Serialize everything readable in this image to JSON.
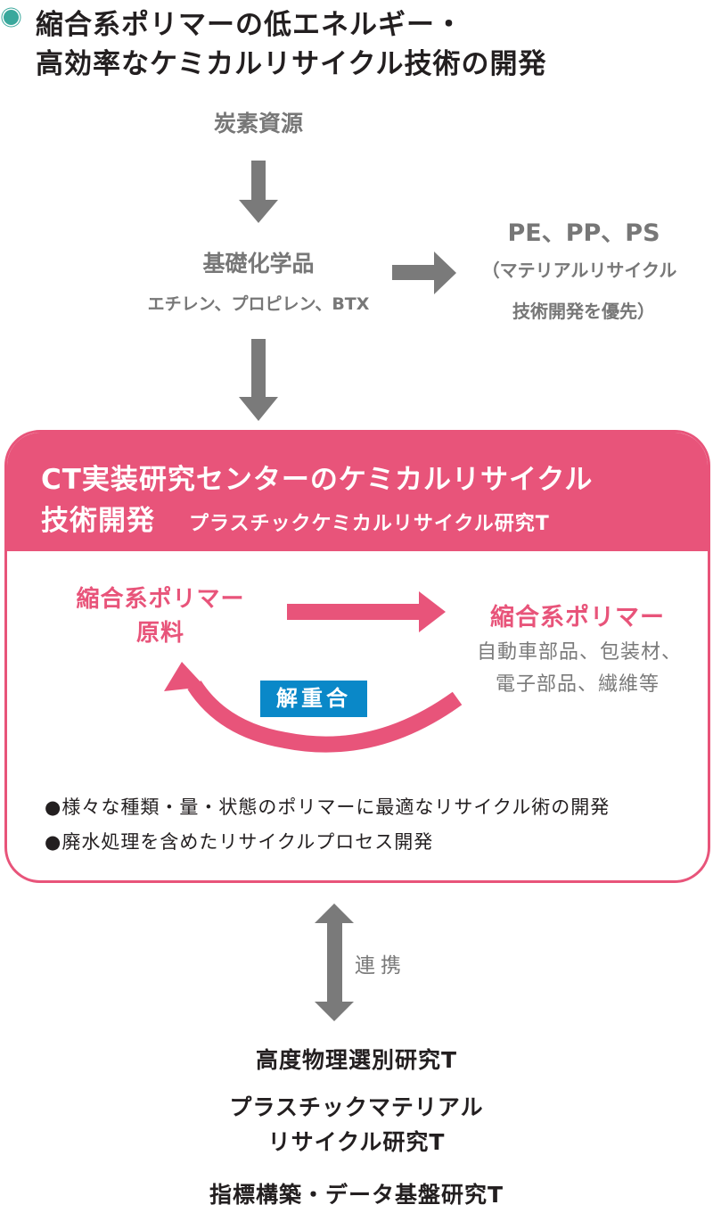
{
  "title": {
    "bullet_icon": "teal-circle-bullet",
    "bullet_color": "#3aa89c",
    "line1": "縮合系ポリマーの低エネルギー・",
    "line2": "高効率なケミカルリサイクル技術の開発"
  },
  "flow": {
    "source": "炭素資源",
    "basic_chemicals": "基礎化学品",
    "basic_chemicals_examples": "エチレン、プロピレン、BTX",
    "side_branch": {
      "line1": "PE、PP、PS",
      "line2": "（マテリアルリサイクル",
      "line3": "技術開発を優先）"
    }
  },
  "panel": {
    "accent_color": "#e8547a",
    "header_line1": "CT実装研究センターのケミカルリサイクル",
    "header_line2_main": "技術開発",
    "header_line2_team": "プラスチックケミカルリサイクル研究T",
    "cycle": {
      "raw_material_line1": "縮合系ポリマー",
      "raw_material_line2": "原料",
      "product_title": "縮合系ポリマー",
      "product_examples_line1": "自動車部品、包装材、",
      "product_examples_line2": "電子部品、繊維等",
      "depolymerization_label": "解重合",
      "depolymerization_color": "#0a88c8"
    },
    "points": [
      "●様々な種類・量・状態のポリマーに最適なリサイクル術の開発",
      "●廃水処理を含めたリサイクルプロセス開発"
    ]
  },
  "collaboration": {
    "label": "連携",
    "teams": [
      "高度物理選別研究T",
      "プラスチックマテリアル",
      "リサイクル研究T",
      "指標構築・データ基盤研究T"
    ]
  }
}
